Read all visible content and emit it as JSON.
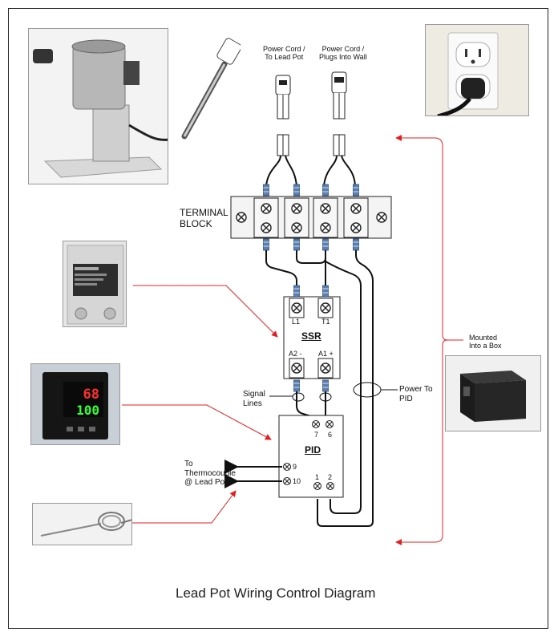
{
  "title": "Lead Pot Wiring Control Diagram",
  "labels": {
    "power_cord_lead_pot": [
      "Power Cord /",
      "To Lead Pot"
    ],
    "power_cord_wall": [
      "Power Cord /",
      "Plugs Into Wall"
    ],
    "terminal_block": [
      "TERMINAL",
      "BLOCK"
    ],
    "ssr": "SSR",
    "ssr_l1": "L1",
    "ssr_t1": "T1",
    "ssr_a2": "A2 -",
    "ssr_a1": "A1 +",
    "pid": "PID",
    "pid_7": "7",
    "pid_6": "6",
    "pid_9": "9",
    "pid_10": "10",
    "pid_1": "1",
    "pid_2": "2",
    "signal_lines": [
      "Signal",
      "Lines"
    ],
    "power_to_pid": [
      "Power To",
      "PID"
    ],
    "mounted_box": [
      "Mounted",
      "Into a Box"
    ],
    "thermocouple": [
      "To",
      "Thermocouple",
      "@ Lead Pot"
    ]
  },
  "pid_display": {
    "pv": "68",
    "sv": "100"
  },
  "colors": {
    "annotation_arrow": "#e02020",
    "wire": "#111111",
    "ssr_fill": "#ffffff"
  },
  "photos": [
    "lead-pot-photo",
    "wall-outlet-photo",
    "ssr-photo",
    "pid-controller-photo",
    "project-box-photo",
    "thermocouple-photo"
  ]
}
